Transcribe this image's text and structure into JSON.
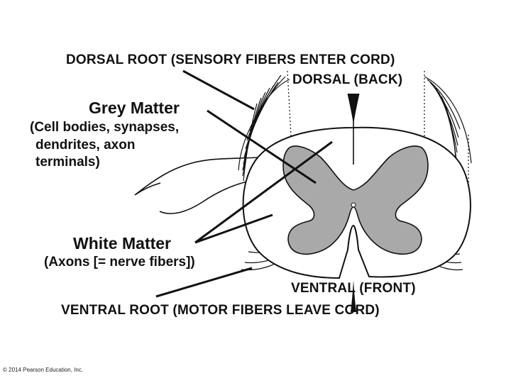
{
  "labels": {
    "dorsal_root": "DORSAL ROOT (SENSORY FIBERS ENTER CORD)",
    "dorsal_back": "DORSAL (BACK)",
    "grey_matter_title": "Grey Matter",
    "grey_matter_desc_1": "(Cell bodies, synapses,",
    "grey_matter_desc_2": "dendrites, axon",
    "grey_matter_desc_3": "terminals)",
    "white_matter_title": "White Matter",
    "white_matter_desc": "(Axons [= nerve fibers])",
    "ventral_front": "VENTRAL (FRONT)",
    "ventral_root": "VENTRAL ROOT (MOTOR FIBERS LEAVE CORD)",
    "copyright": "© 2014 Pearson Education, Inc."
  },
  "colors": {
    "grey_matter": "#a9a9a9",
    "white_matter": "#ffffff",
    "outline": "#111111"
  }
}
